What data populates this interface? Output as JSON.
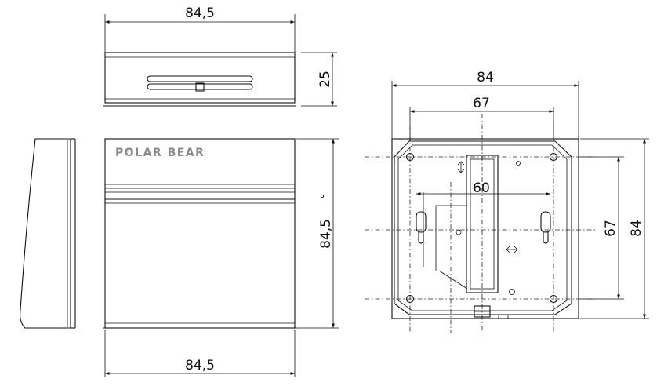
{
  "top_view": {
    "width_label": "84,5",
    "height_label": "25"
  },
  "front_view": {
    "brand": "POLAR BEAR",
    "height_label": "84,5",
    "width_label": "84,5"
  },
  "back_view": {
    "width_outer_label": "84",
    "width_inner_label": "67",
    "hole_spacing_label": "60",
    "height_inner_label": "67",
    "height_outer_label": "84"
  }
}
